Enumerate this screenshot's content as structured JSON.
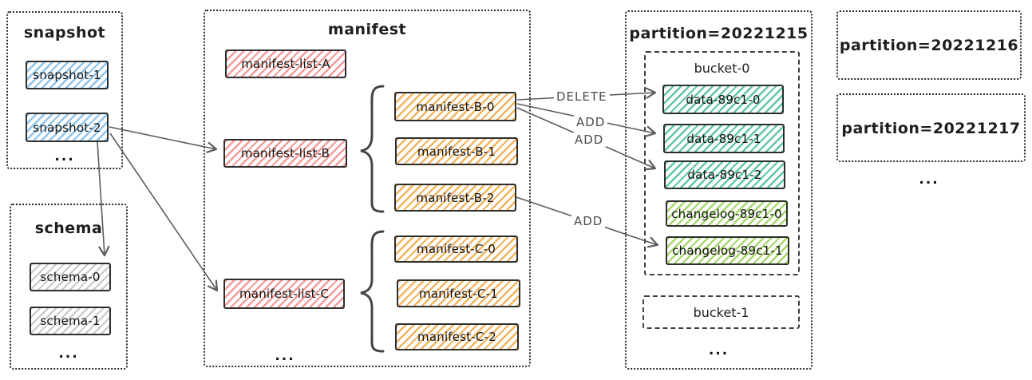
{
  "colors": {
    "stroke": "#2d2d2d",
    "arrow": "#5c5c5c",
    "blue": "#8ec4ec",
    "red": "#f59a9a",
    "orange": "#f2b45f",
    "teal": "#5ec9a0",
    "green": "#a8d66a",
    "gray": "#c7c7c7"
  },
  "snapshot_group": {
    "title": "snapshot",
    "items": [
      "snapshot-1",
      "snapshot-2"
    ],
    "more": "..."
  },
  "schema_group": {
    "title": "schema",
    "items": [
      "schema-0",
      "schema-1"
    ],
    "more": "..."
  },
  "manifest_group": {
    "title": "manifest",
    "lists": [
      "manifest-list-A",
      "manifest-list-B",
      "manifest-list-C"
    ],
    "b_files": [
      "manifest-B-0",
      "manifest-B-1",
      "manifest-B-2"
    ],
    "c_files": [
      "manifest-C-0",
      "manifest-C-1",
      "manifest-C-2"
    ],
    "more": "..."
  },
  "partition_group": {
    "title": "partition=20221215",
    "bucket0": {
      "title": "bucket-0",
      "data_files": [
        "data-89c1-0",
        "data-89c1-1",
        "data-89c1-2"
      ],
      "changelog_files": [
        "changelog-89c1-0",
        "changelog-89c1-1"
      ]
    },
    "bucket1": {
      "title": "bucket-1"
    },
    "more": "..."
  },
  "other_partitions": {
    "p16": "partition=20221216",
    "p17": "partition=20221217",
    "more": "..."
  },
  "arrow_labels": {
    "delete": "DELETE",
    "add_1": "ADD",
    "add_2": "ADD",
    "add_3": "ADD"
  }
}
